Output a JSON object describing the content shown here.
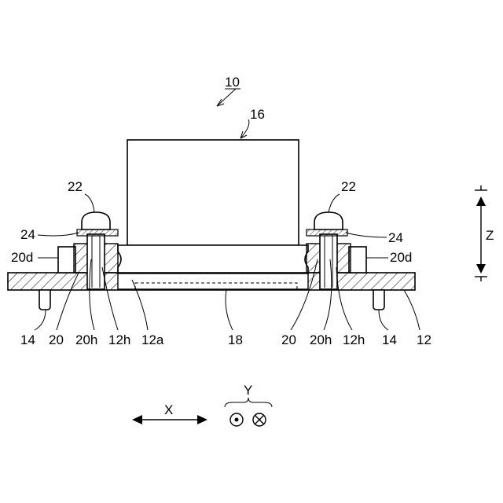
{
  "figure": {
    "ref_assembly": "10",
    "ref_component": "16",
    "ref_screw_left": "22",
    "ref_screw_right": "22",
    "ref_washer_left": "24",
    "ref_washer_right": "24",
    "ref_stepped_left": "20d",
    "ref_stepped_right": "20d",
    "ref_pin_left": "14",
    "ref_pin_right": "14",
    "ref_spacer_left": "20",
    "ref_spacer_right": "20",
    "ref_spacer_hole_left": "20h",
    "ref_spacer_hole_right": "20h",
    "ref_board_hole_left": "12h",
    "ref_board_hole_right": "12h",
    "ref_board_opening": "12a",
    "ref_sensor": "18",
    "ref_board": "12",
    "axis_x": "X",
    "axis_y": "Y",
    "axis_z": "Z"
  }
}
